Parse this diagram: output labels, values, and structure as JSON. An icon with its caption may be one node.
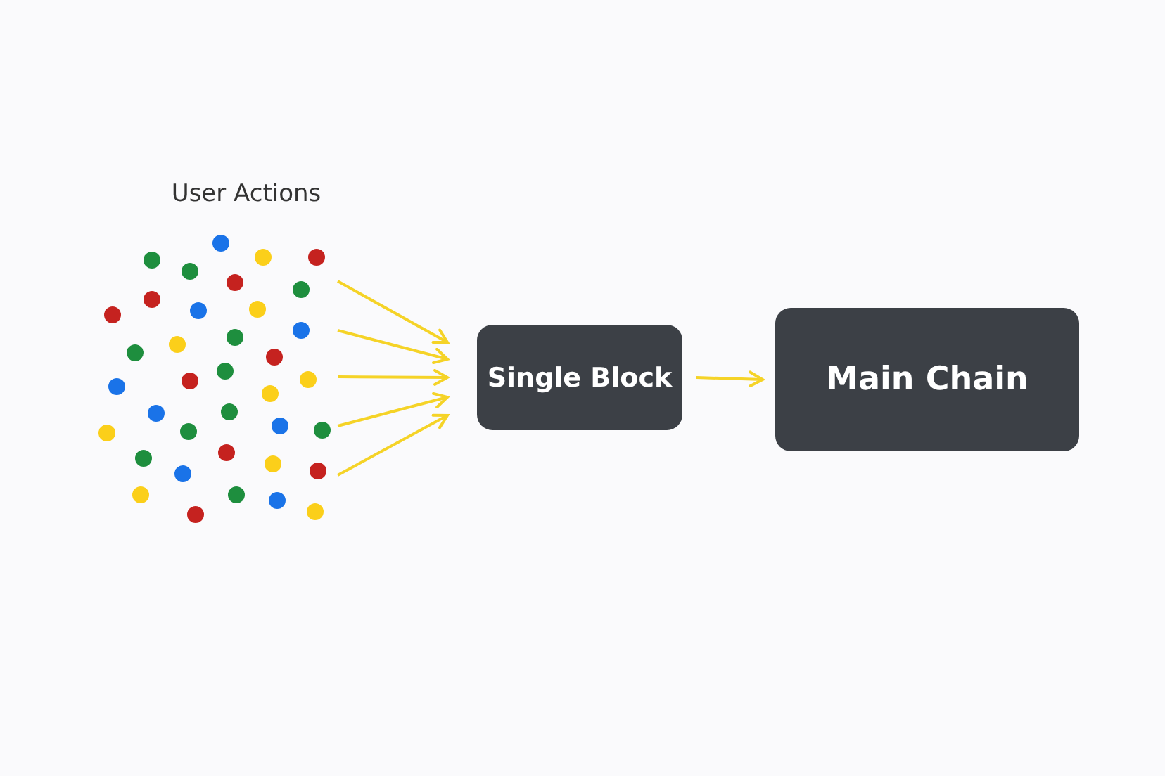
{
  "diagram": {
    "nodes": [
      {
        "text": [
          "User Actions"
        ]
      },
      {
        "text": [
          "Single Block"
        ]
      },
      {
        "text": [
          "Main Chain"
        ]
      }
    ],
    "edges": [
      {
        "from": 0,
        "to": 1,
        "arrow": "to"
      },
      {
        "from": 0,
        "to": 1,
        "arrow": "to"
      },
      {
        "from": 0,
        "to": 1,
        "arrow": "to"
      },
      {
        "from": 0,
        "to": 1,
        "arrow": "to"
      },
      {
        "from": 0,
        "to": 1,
        "arrow": "to"
      },
      {
        "from": 1,
        "to": 2,
        "arrow": "to"
      }
    ]
  }
}
